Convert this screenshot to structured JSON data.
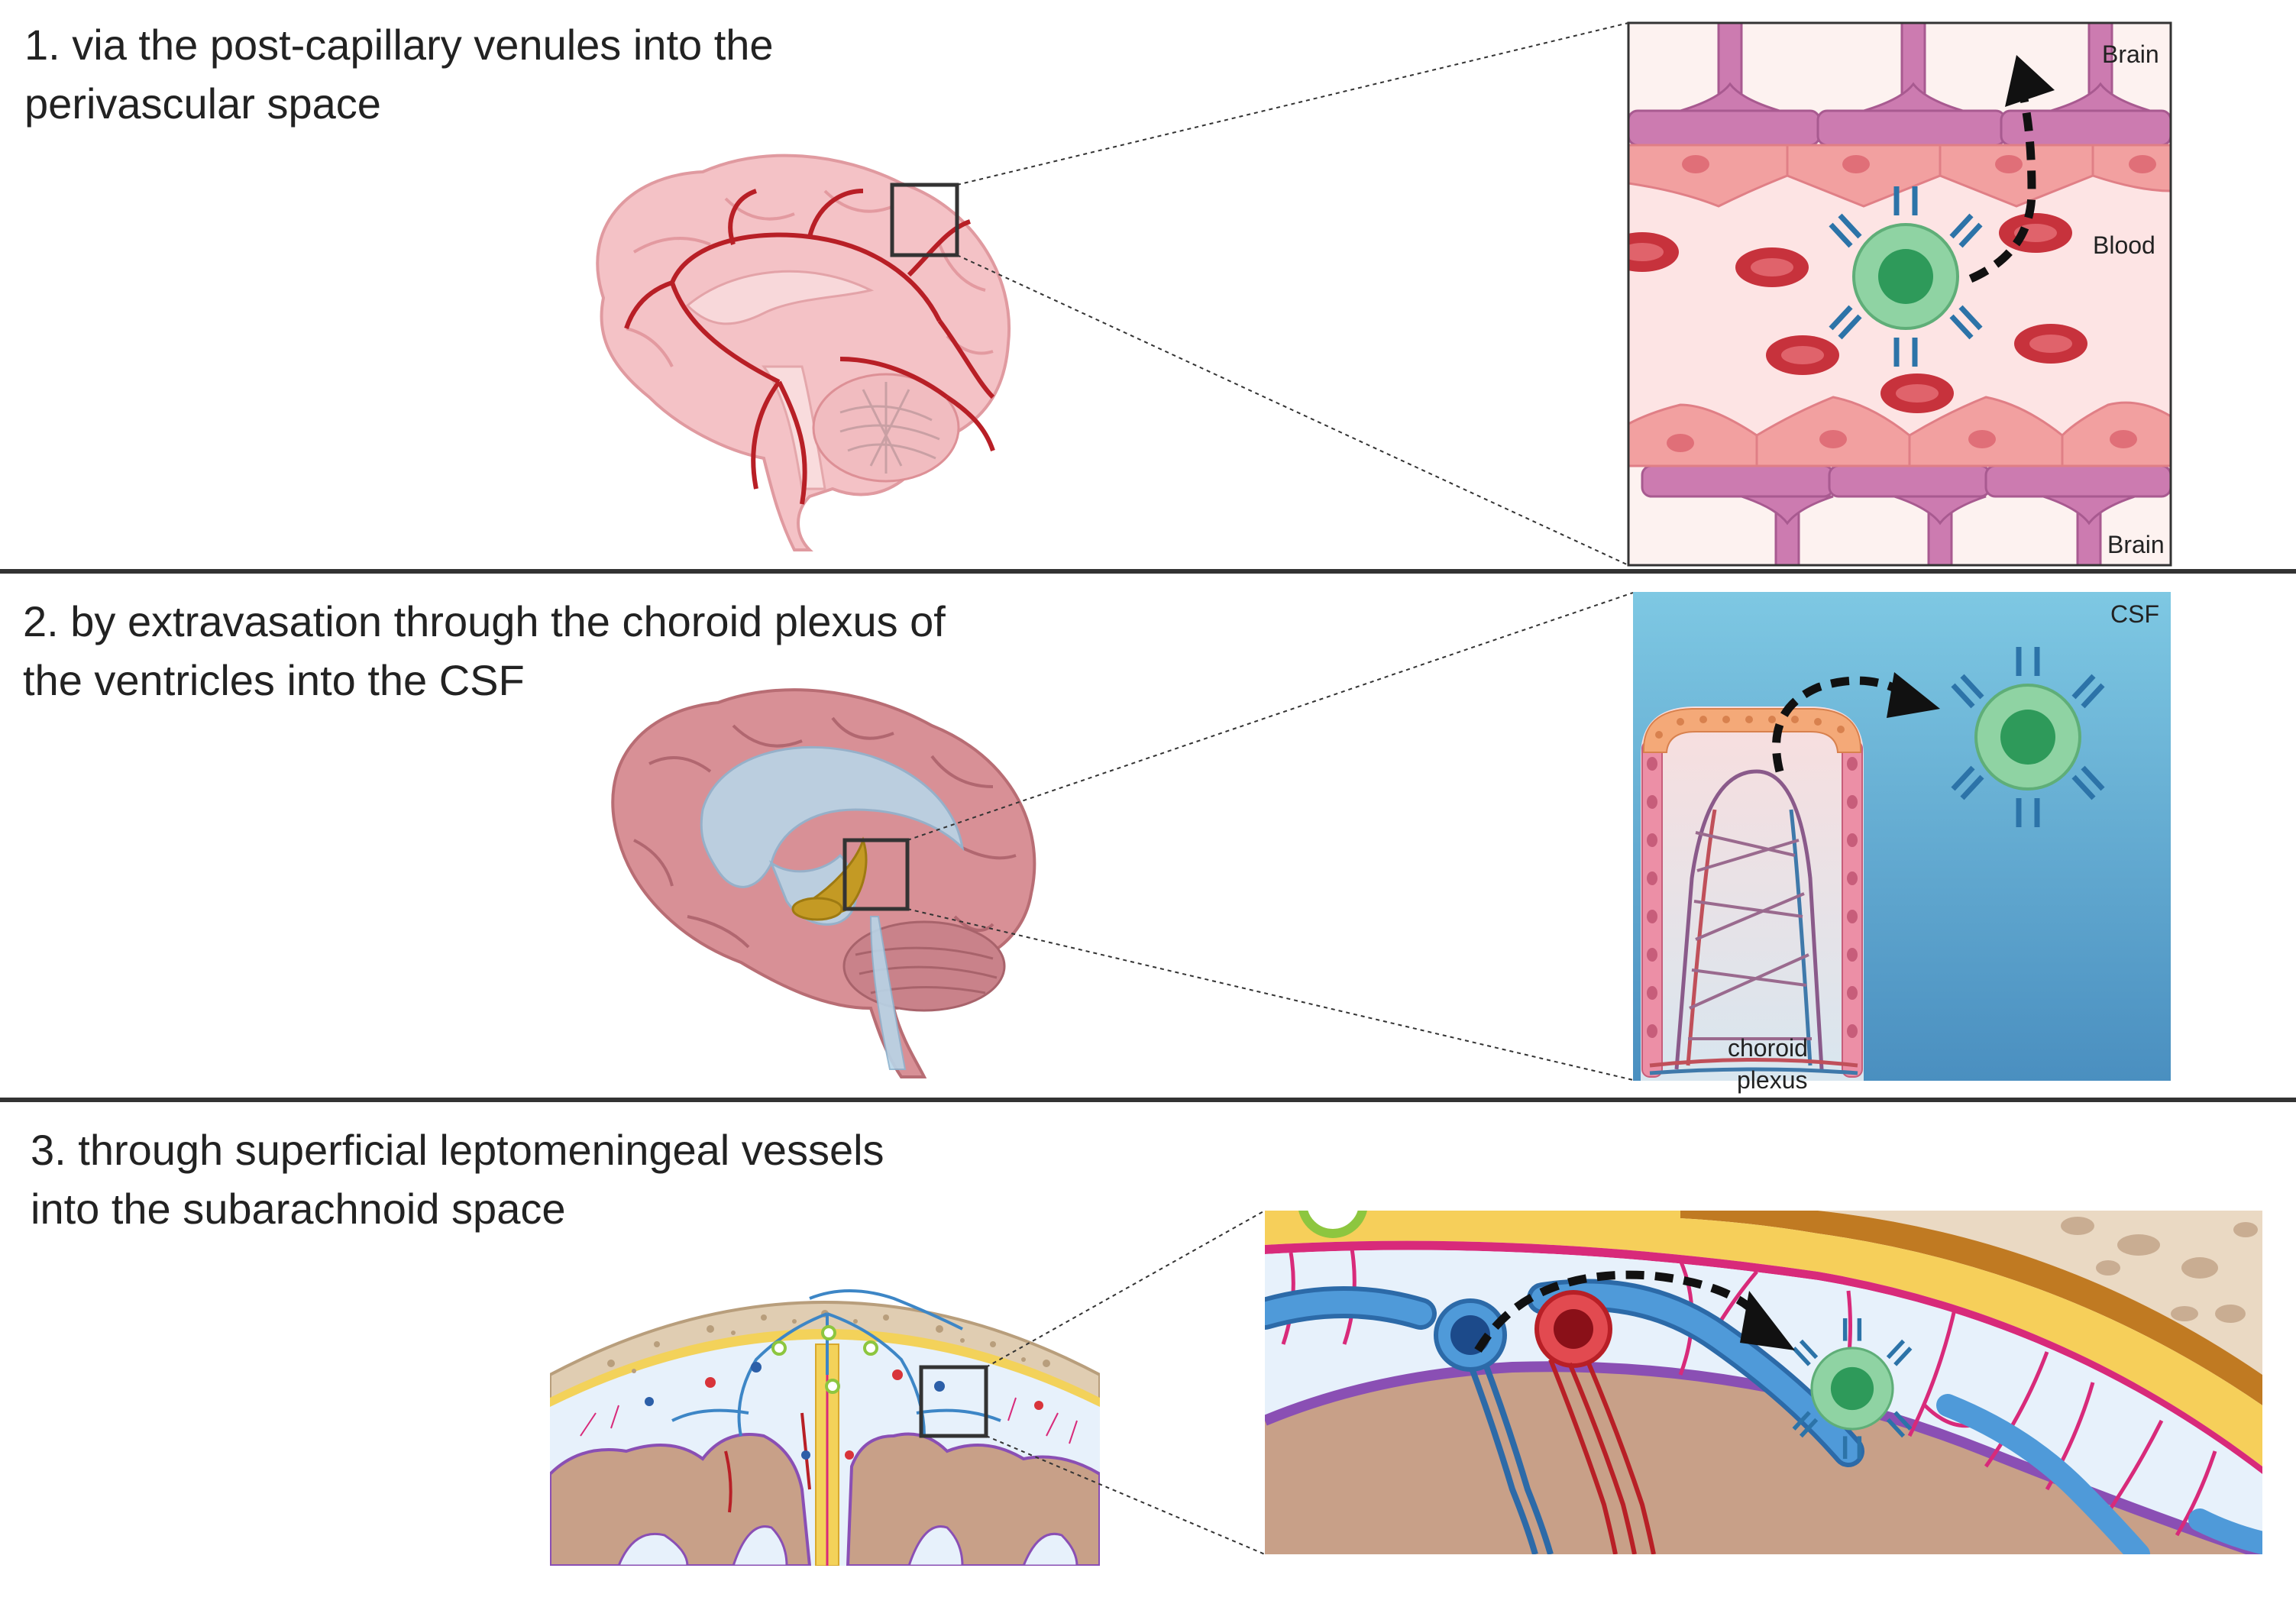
{
  "sections": [
    {
      "heading_line1": "1. via the post-capillary venules into the",
      "heading_line2": "perivascular space",
      "labels": {
        "brain_top": "Brain",
        "blood": "Blood",
        "brain_bottom": "Brain"
      }
    },
    {
      "heading_line1": "2. by extravasation through the choroid plexus of",
      "heading_line2": "the ventricles into the CSF",
      "labels": {
        "csf": "CSF",
        "choroid_line1": "choroid",
        "choroid_line2": "plexus"
      }
    },
    {
      "heading_line1": "3. through superficial leptomeningeal vessels",
      "heading_line2": "into the subarachnoid space"
    }
  ],
  "colors": {
    "divider": "#333333",
    "blood_bg": "#fde4e4",
    "endothelium": "#f2a0a0",
    "astrocyte": "#cc7bb0",
    "red_cell": "#c7323c",
    "lymphocyte": "#8fd3a3",
    "lymphocyte_nucleus": "#2e9a5a",
    "receptor": "#2c73a8",
    "csf_top": "#7ec8e3",
    "csf_bottom": "#4a8fc0",
    "vein": "#3d86c6",
    "artery": "#d8343a",
    "arachnoid": "#d82a7a",
    "dura": "#f6cf5a",
    "pia": "#8a4fb4",
    "cortex": "#c8a088"
  },
  "icons": [
    "brain-sagittal-arteries-icon",
    "brain-ventricles-icon",
    "skull-cross-section-icon",
    "lymphocyte-icon",
    "red-blood-cell-icon",
    "dashed-arrow-icon"
  ]
}
